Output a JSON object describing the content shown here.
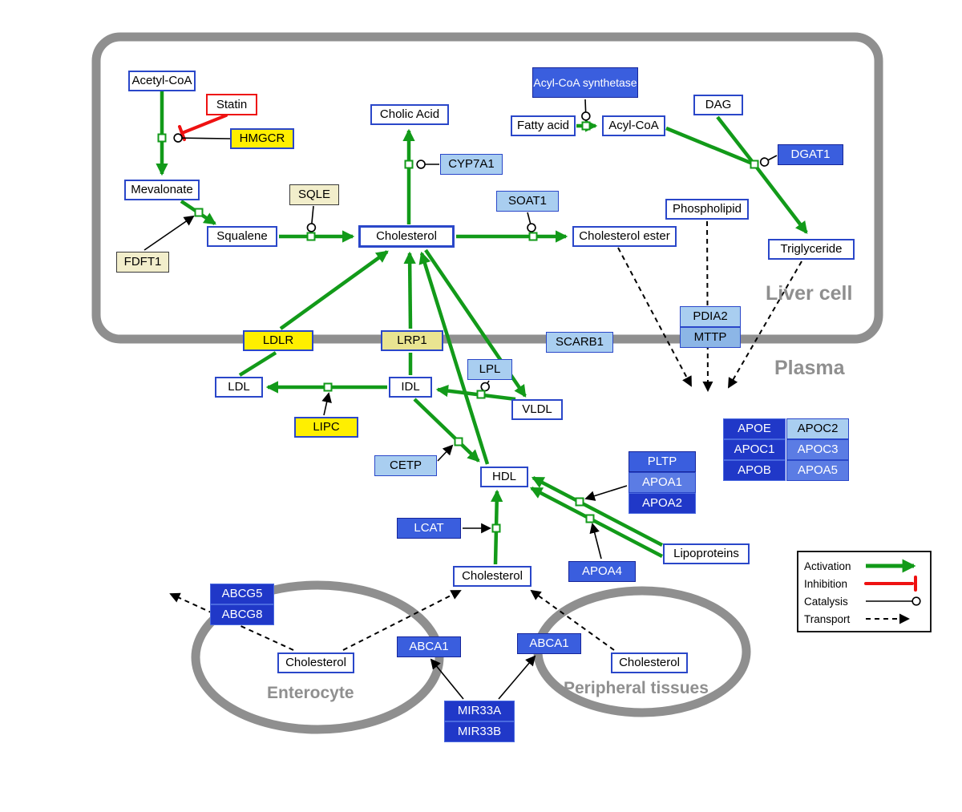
{
  "compartments": {
    "liver": "Liver cell",
    "plasma": "Plasma",
    "enterocyte": "Enterocyte",
    "peripheral": "Peripheral tissues"
  },
  "legend": {
    "activation": "Activation",
    "inhibition": "Inhibition",
    "catalysis": "Catalysis",
    "transport": "Transport"
  },
  "colors": {
    "activation_green": "#129a19",
    "inhibition_red": "#ee1111",
    "membrane_gray": "#8f8f8f",
    "metabolite_border_blue": "#2a47c9",
    "gene_yellow": "#ffef00",
    "gene_pale_yellow": "#e9e491",
    "gene_cream": "#f2eecb",
    "gene_blue": "#3a5ede",
    "gene_dark_blue": "#2038c8",
    "gene_mid_blue": "#5b7ce4",
    "gene_light_blue": "#a9cef0"
  },
  "nodes": {
    "acetyl_coa": {
      "label": "Acetyl-CoA"
    },
    "statin": {
      "label": "Statin"
    },
    "hmgcr": {
      "label": "HMGCR"
    },
    "mevalonate": {
      "label": "Mevalonate"
    },
    "sqle": {
      "label": "SQLE"
    },
    "fdft1": {
      "label": "FDFT1"
    },
    "squalene": {
      "label": "Squalene"
    },
    "cholesterol_liver": {
      "label": "Cholesterol"
    },
    "cholic_acid": {
      "label": "Cholic Acid"
    },
    "cyp7a1": {
      "label": "CYP7A1"
    },
    "acyl_coa_synthetase": {
      "label": "Acyl-CoA synthetase"
    },
    "fatty_acid": {
      "label": "Fatty acid"
    },
    "acyl_coa": {
      "label": "Acyl-CoA"
    },
    "dag": {
      "label": "DAG"
    },
    "dgat1": {
      "label": "DGAT1"
    },
    "soat1": {
      "label": "SOAT1"
    },
    "cholesterol_ester": {
      "label": "Cholesterol ester"
    },
    "phospholipid": {
      "label": "Phospholipid"
    },
    "triglyceride": {
      "label": "Triglyceride"
    },
    "ldlr": {
      "label": "LDLR"
    },
    "lrp1": {
      "label": "LRP1"
    },
    "scarb1": {
      "label": "SCARB1"
    },
    "pdia2": {
      "label": "PDIA2"
    },
    "mttp": {
      "label": "MTTP"
    },
    "ldl": {
      "label": "LDL"
    },
    "idl": {
      "label": "IDL"
    },
    "lpl": {
      "label": "LPL"
    },
    "vldl": {
      "label": "VLDL"
    },
    "lipc": {
      "label": "LIPC"
    },
    "cetp": {
      "label": "CETP"
    },
    "hdl": {
      "label": "HDL"
    },
    "apoe": {
      "label": "APOE"
    },
    "apoc2": {
      "label": "APOC2"
    },
    "apoc1": {
      "label": "APOC1"
    },
    "apoc3": {
      "label": "APOC3"
    },
    "apob": {
      "label": "APOB"
    },
    "apoa5": {
      "label": "APOA5"
    },
    "pltp": {
      "label": "PLTP"
    },
    "apoa1": {
      "label": "APOA1"
    },
    "apoa2": {
      "label": "APOA2"
    },
    "lcat": {
      "label": "LCAT"
    },
    "apoa4": {
      "label": "APOA4"
    },
    "lipoproteins": {
      "label": "Lipoproteins"
    },
    "cholesterol_plasma": {
      "label": "Cholesterol"
    },
    "abcg5": {
      "label": "ABCG5"
    },
    "abcg8": {
      "label": "ABCG8"
    },
    "cholesterol_enterocyte": {
      "label": "Cholesterol"
    },
    "abca1_enterocyte": {
      "label": "ABCA1"
    },
    "abca1_peripheral": {
      "label": "ABCA1"
    },
    "cholesterol_peripheral": {
      "label": "Cholesterol"
    },
    "mir33a": {
      "label": "MIR33A"
    },
    "mir33b": {
      "label": "MIR33B"
    }
  }
}
